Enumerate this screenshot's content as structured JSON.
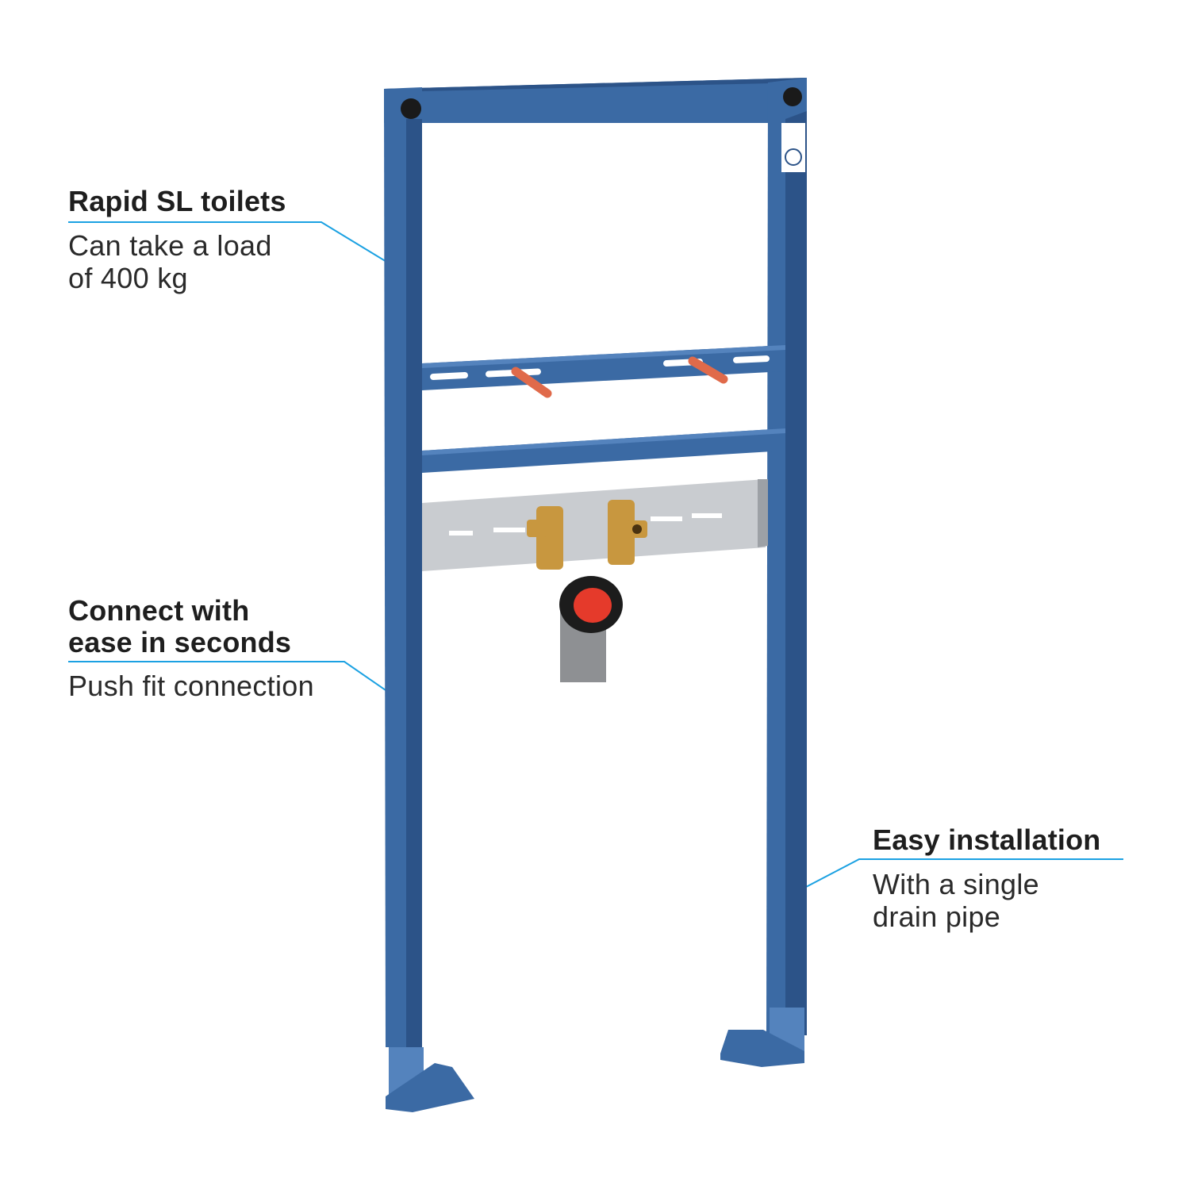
{
  "colors": {
    "frame_blue": "#3b6aa4",
    "frame_dark": "#2c5388",
    "frame_light": "#5483bd",
    "callout_line": "#1ba1e2",
    "valve_orange": "#e06a4a",
    "brass": "#c8973f",
    "drain_red": "#e53a2b",
    "steel": "#c9ccd0",
    "pipe_grey": "#8e9093"
  },
  "callouts": [
    {
      "title": "Rapid SL toilets",
      "description": "Can take a load\nof 400 kg"
    },
    {
      "title": "Connect with\nease in seconds",
      "description": "Push fit connection"
    },
    {
      "title": "Easy installation",
      "description": "With a single\ndrain pipe"
    }
  ]
}
